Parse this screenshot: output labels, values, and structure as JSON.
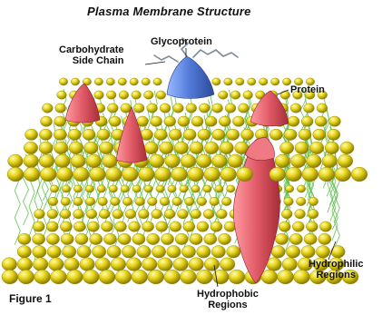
{
  "title": "Plasma Membrane Structure",
  "labels": {
    "glycoprotein": "Glycoprotein",
    "carbohydrate_line1": "Carbohydrate",
    "carbohydrate_line2": "Side Chain",
    "protein": "Protein",
    "hydrophilic_line1": "Hydrophilic",
    "hydrophilic_line2": "Regions",
    "hydrophobic_line1": "Hydrophobic",
    "hydrophobic_line2": "Regions",
    "figure": "Figure 1"
  },
  "colors": {
    "phospholipid_head": "#e6d61e",
    "phospholipid_head_shadow": "#8a7c00",
    "lipid_tail": "#5cbf4a",
    "protein": "#e05a66",
    "glycoprotein": "#4f78d6",
    "carbohydrate_chain": "#7a8a99"
  }
}
